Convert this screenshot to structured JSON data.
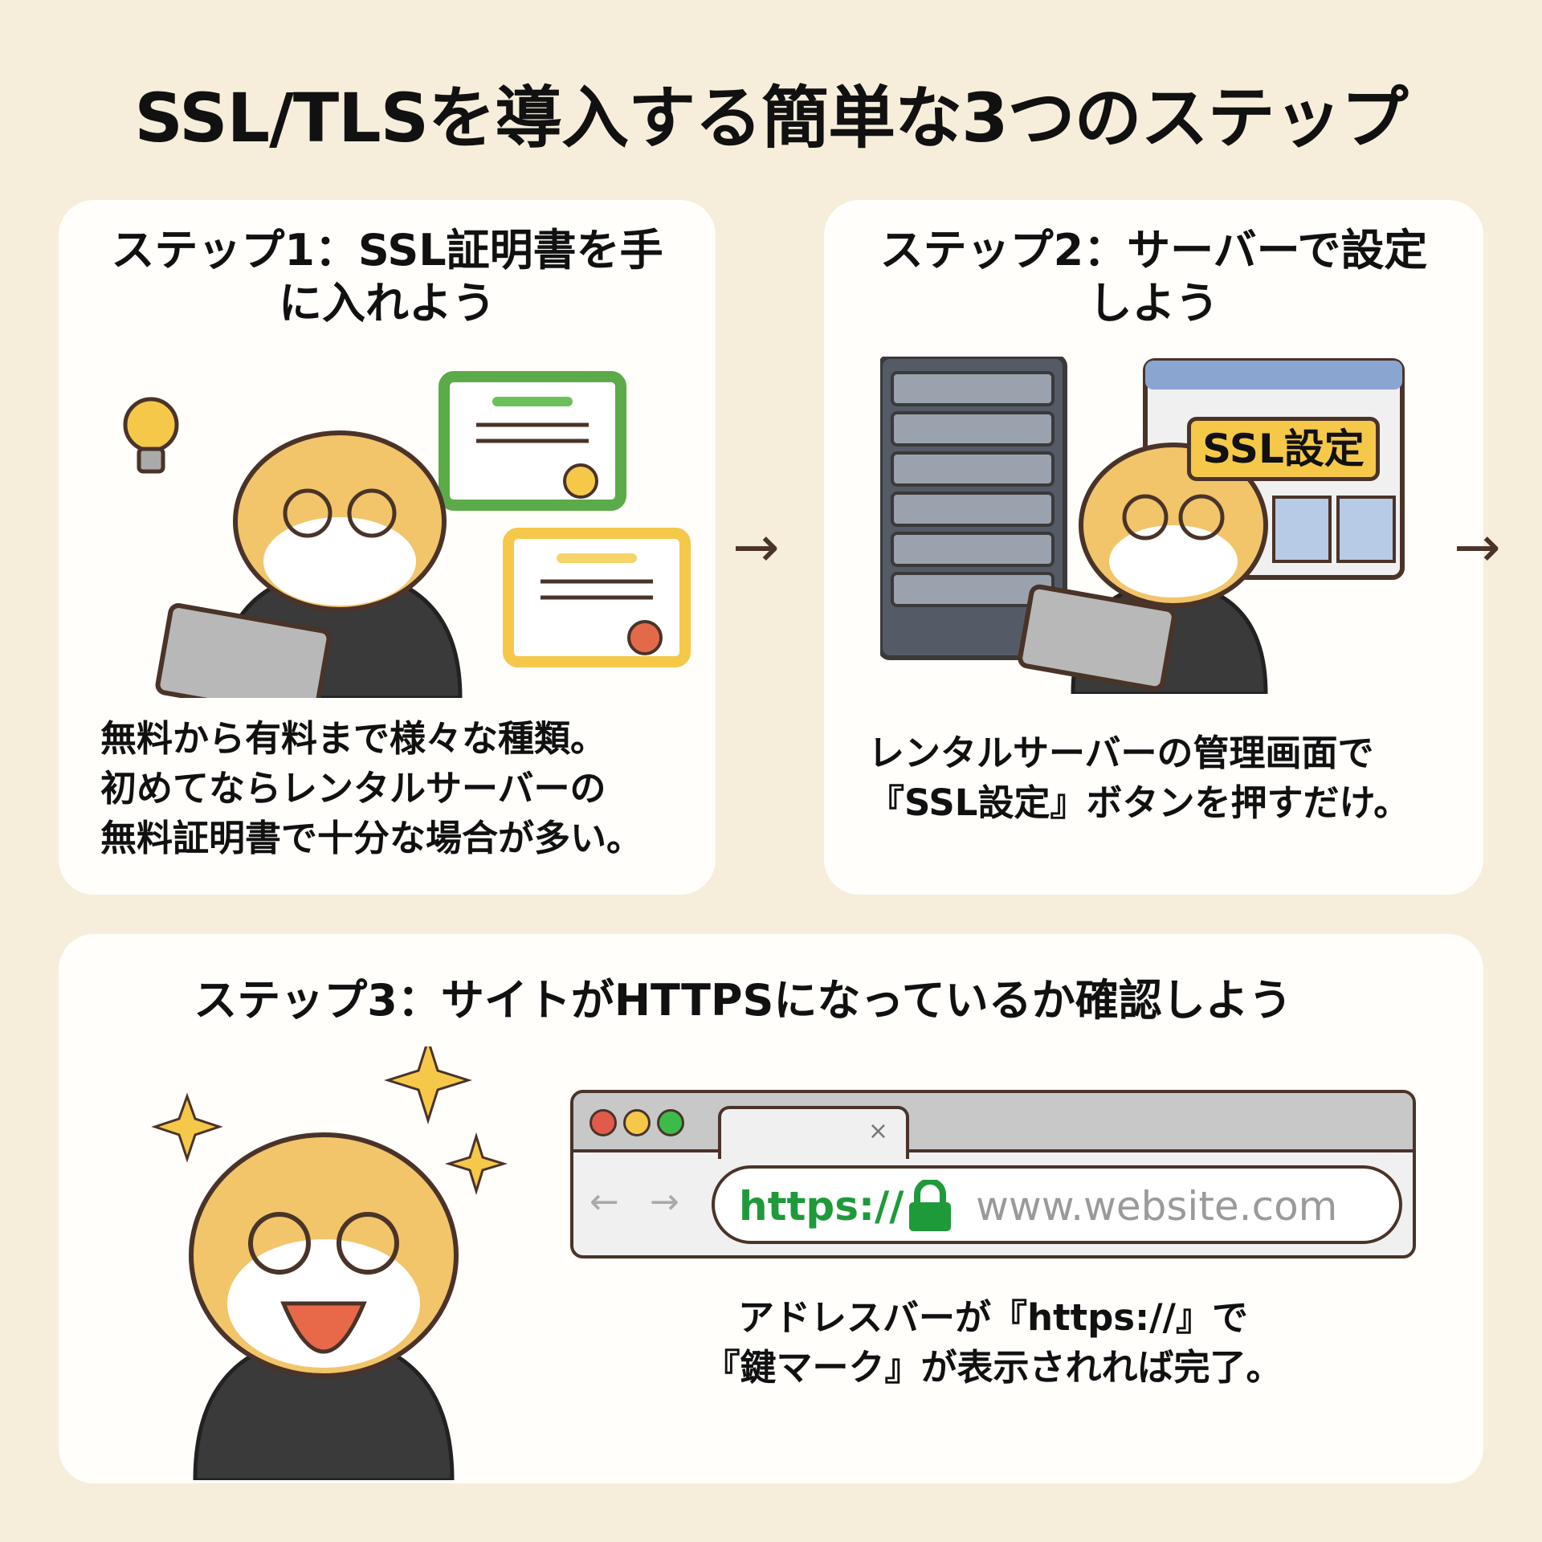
{
  "title": "SSL/TLSを導入する簡単な3つのステップ",
  "colors": {
    "background": "#f6eedb",
    "card": "#fffefb",
    "https_green": "#1f9a3a",
    "accent_yellow": "#f5c84a",
    "outline": "#4a3328"
  },
  "steps": [
    {
      "heading": [
        "ステップ1：SSL証明書を手",
        "に入れよう"
      ],
      "body": [
        "無料から有料まで様々な種類。",
        "初めてならレンタルサーバーの",
        "無料証明書で十分な場合が多い。"
      ],
      "icons": [
        "character-with-laptop",
        "lightbulb-icon",
        "certificate-icon"
      ]
    },
    {
      "heading": [
        "ステップ2：サーバーで設定",
        "しよう"
      ],
      "body": [
        "レンタルサーバーの管理画面で",
        "『SSL設定』ボタンを押すだけ。"
      ],
      "button_label": "SSL設定",
      "icons": [
        "server-rack-icon",
        "browser-window-icon",
        "character-with-laptop"
      ]
    },
    {
      "heading": [
        "ステップ3：サイトがHTTPSになっているか確認しよう"
      ],
      "body": [
        "アドレスバーが『https://』で",
        "『鍵マーク』が表示されれば完了。"
      ],
      "browser": {
        "tab_close": "×",
        "back": "←",
        "forward": "→",
        "scheme": "https://",
        "domain": "www.website.com",
        "lock": "lock-icon"
      }
    }
  ],
  "arrow": "→"
}
